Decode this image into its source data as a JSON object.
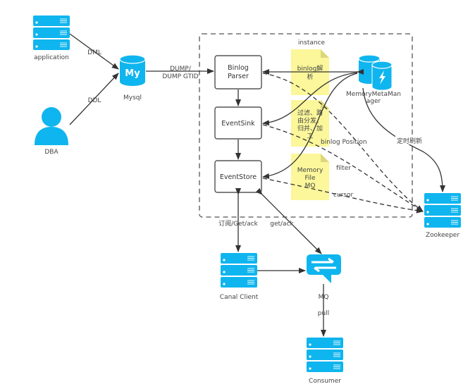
{
  "title": "Canal architecture diagram",
  "colors": {
    "icon": "#0fb5ee",
    "note": "#fbf79a",
    "line": "#333333"
  },
  "nodes": {
    "application": "application",
    "dba": "DBA",
    "mysql": "Mysql",
    "mysql_logo": "My",
    "instance": "instance",
    "binlog_parser": [
      "Binlog",
      "Parser"
    ],
    "event_sink": "EventSink",
    "event_store": "EventStore",
    "meta_manager": [
      "MemoryMetaMan",
      "ager"
    ],
    "zookeeper": "Zookeeper",
    "canal_client": "Canal Client",
    "mq": "MQ",
    "consumer": "Consumer"
  },
  "notes": {
    "binlog_parse": [
      "binlog解",
      "析"
    ],
    "sink_ops": [
      "过滤、路",
      "由分发、",
      "归并、加",
      "工"
    ],
    "store_types": [
      "Memory",
      "File",
      "MQ"
    ]
  },
  "edges": {
    "dml": "DML",
    "ddl": "DDL",
    "dump": [
      "DUMP/",
      "DUMP GTID"
    ],
    "binlog_position": "binlog Position",
    "filter": "filter",
    "cursor": "cursor",
    "refresh": "定时刷新",
    "subscribe": "订阅/Get/ack",
    "get_ack": "get/ack",
    "pull": "pull"
  }
}
